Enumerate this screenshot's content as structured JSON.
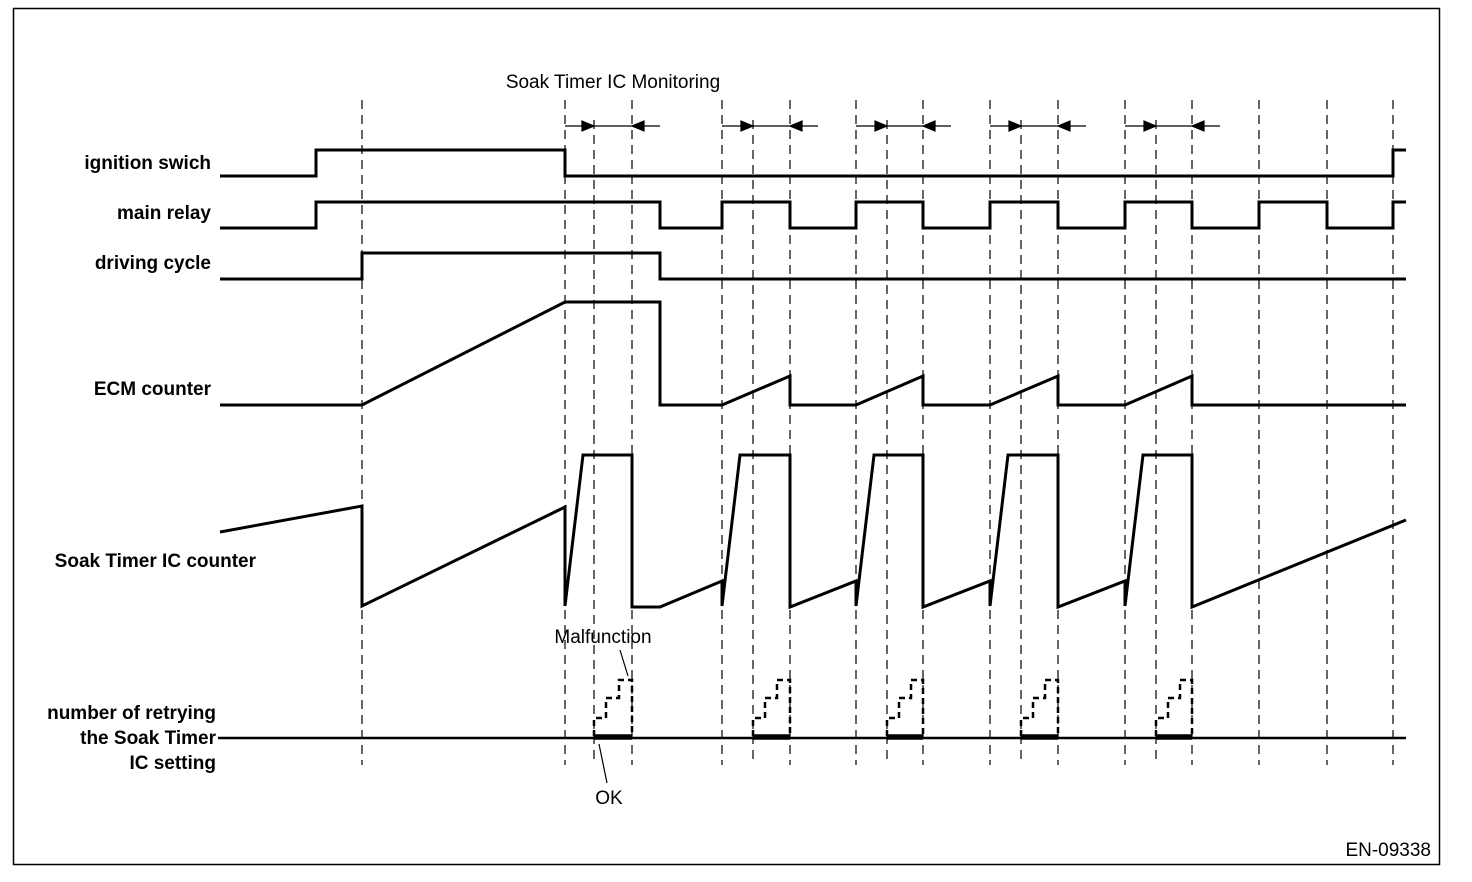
{
  "figure_id": "EN-09338",
  "monitoring_label": "Soak Timer IC Monitoring",
  "signals": {
    "ignition": "ignition swich",
    "main_relay": "main relay",
    "driving_cycle": "driving cycle",
    "ecm_counter": "ECM counter",
    "soak_counter": "Soak Timer IC counter",
    "retry_line1": "number of retrying",
    "retry_line2": "the Soak Timer",
    "retry_line3": "IC setting"
  },
  "annotations": {
    "malfunction": "Malfunction",
    "ok": "OK"
  }
}
